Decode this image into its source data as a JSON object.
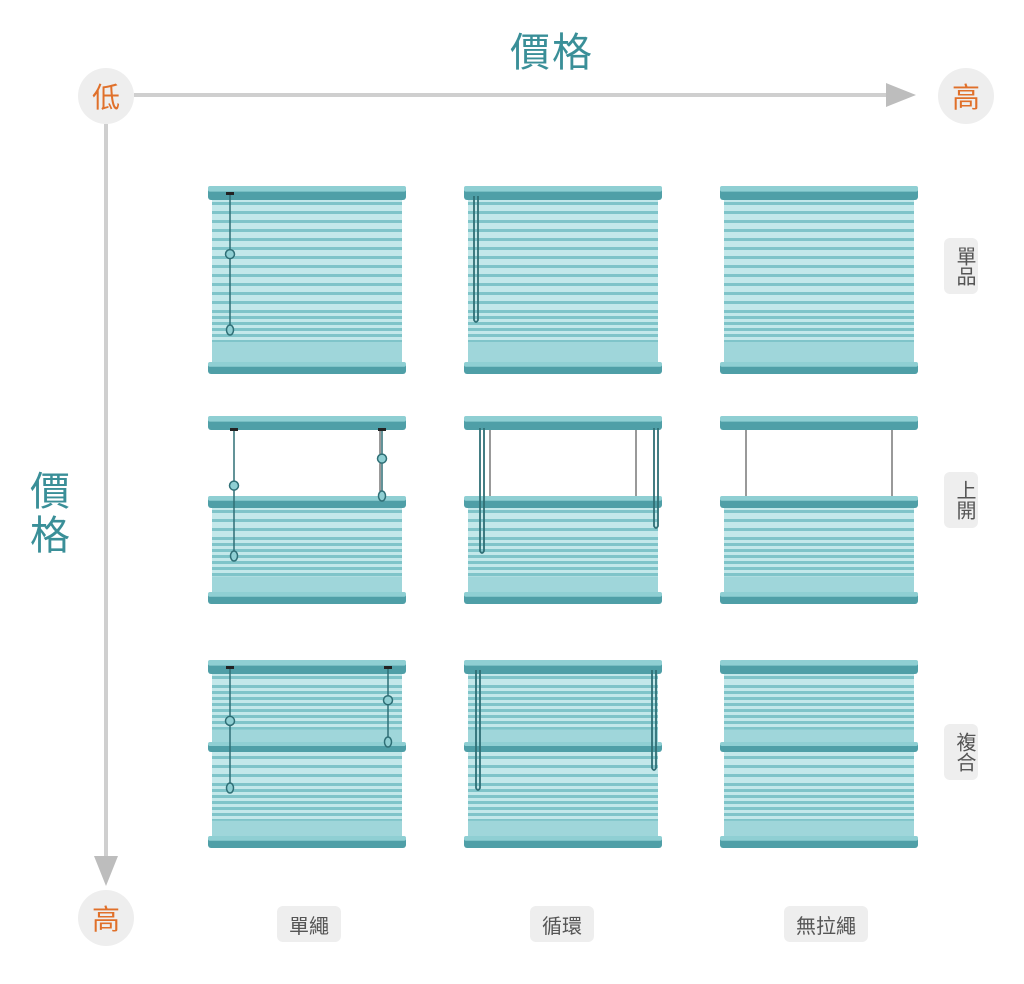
{
  "axes": {
    "top_title": "價格",
    "left_title": "價格",
    "origin_label": "低",
    "x_end_label": "高",
    "y_end_label": "高"
  },
  "columns": [
    {
      "label": "單繩",
      "cord": "single"
    },
    {
      "label": "循環",
      "cord": "loop"
    },
    {
      "label": "無拉繩",
      "cord": "cordless"
    }
  ],
  "rows": [
    {
      "label": "單品",
      "style": "single"
    },
    {
      "label": "上開",
      "style": "topdown"
    },
    {
      "label": "複合",
      "style": "composite"
    }
  ],
  "colors": {
    "title": "#3a8f98",
    "accent": "#e0702a",
    "rail": "#4f9fa7",
    "rail_light": "#8fcfd3",
    "fabric": "#c3e8ea",
    "pleat": "#7fc4c9",
    "cord": "#2f6f76"
  }
}
